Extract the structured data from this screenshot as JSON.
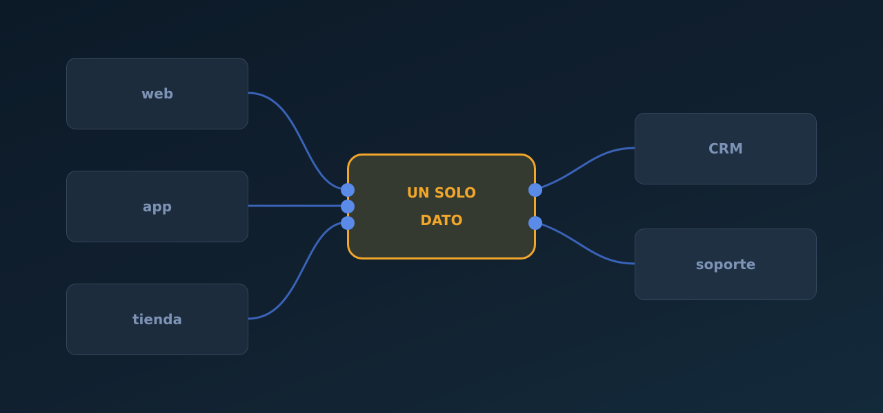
{
  "diagram": {
    "hub": {
      "lines": [
        "UN SOLO",
        "DATO"
      ],
      "color": "#f2a72a"
    },
    "sources": [
      {
        "label": "web"
      },
      {
        "label": "app"
      },
      {
        "label": "tienda"
      }
    ],
    "targets": [
      {
        "label": "CRM"
      },
      {
        "label": "soporte"
      }
    ],
    "connector_color": "#3a63b8",
    "port_color": "#5b8be8"
  }
}
